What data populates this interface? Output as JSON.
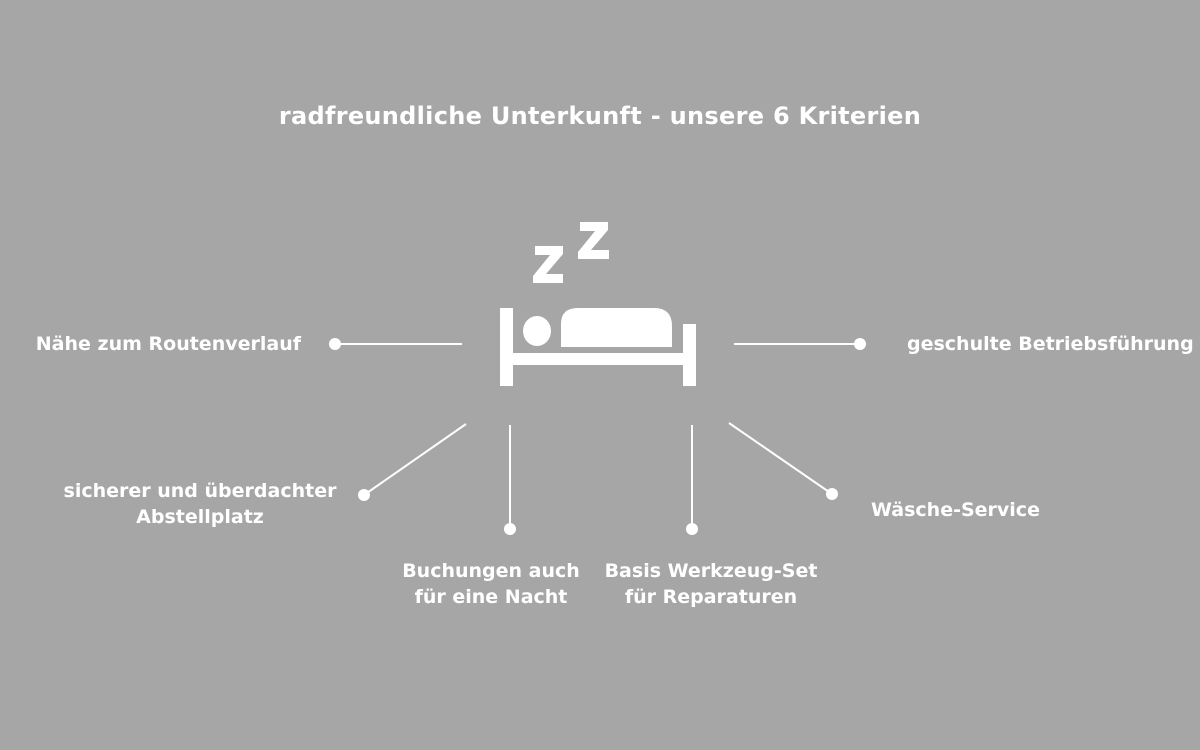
{
  "title": "radfreundliche Unterkunft - unsere 6 Kriterien",
  "colors": {
    "background": "#a6a6a6",
    "foreground": "#ffffff"
  },
  "center_icon": "sleeping-bed-icon",
  "criteria": [
    {
      "lines": [
        "Nähe zum Routenverlauf"
      ]
    },
    {
      "lines": [
        "geschulte Betriebsführung"
      ]
    },
    {
      "lines": [
        "sicherer und überdachter",
        "Abstellplatz"
      ]
    },
    {
      "lines": [
        "Buchungen auch",
        "für eine Nacht"
      ]
    },
    {
      "lines": [
        "Basis Werkzeug-Set",
        "für Reparaturen"
      ]
    },
    {
      "lines": [
        "Wäsche-Service"
      ]
    }
  ]
}
